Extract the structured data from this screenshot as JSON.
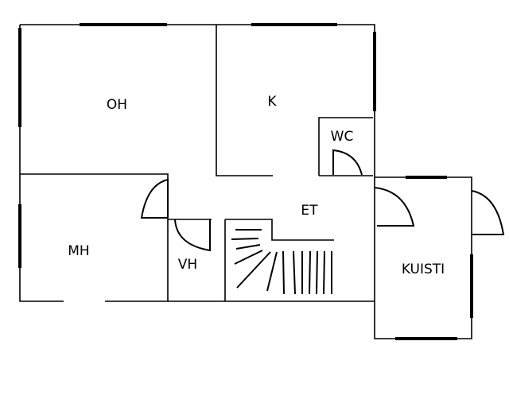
{
  "rooms": {
    "oh": "OH",
    "k": "K",
    "wc": "WC",
    "et": "ET",
    "mh": "MH",
    "vh": "VH",
    "kuisti": "KUISTI"
  }
}
